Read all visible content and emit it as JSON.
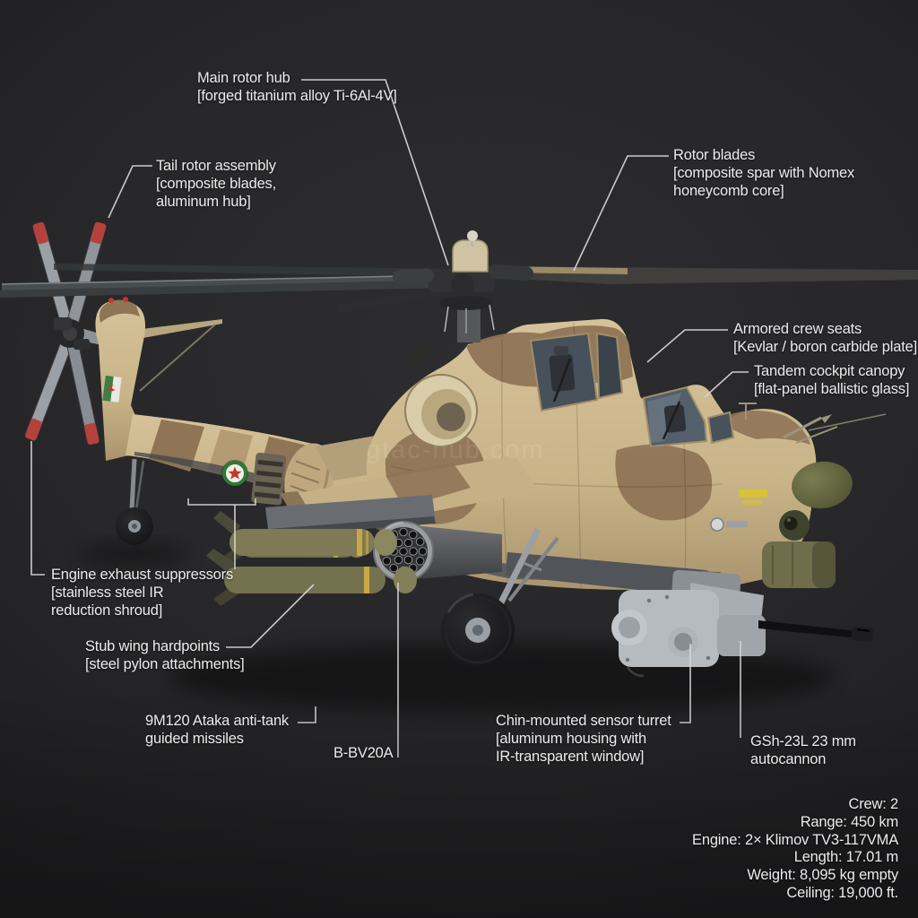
{
  "watermark": "gtac-hub.com",
  "callouts": {
    "main_rotor_hub": {
      "lines": [
        "Main rotor hub",
        "[forged titanium alloy Ti-6Al-4V]"
      ]
    },
    "tail_rotor": {
      "lines": [
        "Tail rotor assembly",
        "[composite blades,",
        "aluminum hub]"
      ]
    },
    "rotor_blades": {
      "lines": [
        "Rotor blades",
        "[composite spar with Nomex",
        "honeycomb core]"
      ]
    },
    "armored_seats": {
      "lines": [
        "Armored crew seats",
        "[Kevlar / boron carbide plate]"
      ]
    },
    "canopy": {
      "lines": [
        "Tandem cockpit canopy",
        "[flat-panel ballistic glass]"
      ]
    },
    "exhaust": {
      "lines": [
        "Engine exhaust suppressors",
        "[stainless steel IR",
        "reduction shroud]"
      ]
    },
    "stub_wing": {
      "lines": [
        "Stub wing hardpoints",
        "[steel pylon attachments]"
      ]
    },
    "ataka": {
      "lines": [
        "9M120 Ataka anti-tank",
        "guided missiles"
      ]
    },
    "rocket_pod": {
      "lines": [
        "B-BV20A"
      ]
    },
    "sensor_turret": {
      "lines": [
        "Chin-mounted sensor turret",
        "[aluminum housing with",
        "IR-transparent window]"
      ]
    },
    "cannon": {
      "lines": [
        "GSh-23L 23 mm",
        "autocannon"
      ]
    }
  },
  "specs": {
    "lines": [
      "Crew: 2",
      "Range: 450 km",
      "Engine: 2× Klimov TV3-117VMA",
      "Length: 17.01 m",
      "Weight: 8,095 kg empty",
      "Ceiling: 19,000 ft."
    ]
  },
  "colors": {
    "background": "#27272 9",
    "label_text": "#ebebeb",
    "leader_line": "#d8d8d8",
    "camo_tan": "#c9b488",
    "camo_brown": "#8f7456",
    "rotor_tip_red": "#b5413d",
    "roundel_green": "#2f7a35",
    "star_red": "#c03a2e",
    "flag_green": "#3f7d44",
    "turret_gray": "#b6bbc0",
    "missile_olive": "#7d7a55",
    "nose_dome_olive": "#5f6239",
    "glass_blue_gray": "#535f6a",
    "stencil_yellow": "#d8c52f"
  }
}
